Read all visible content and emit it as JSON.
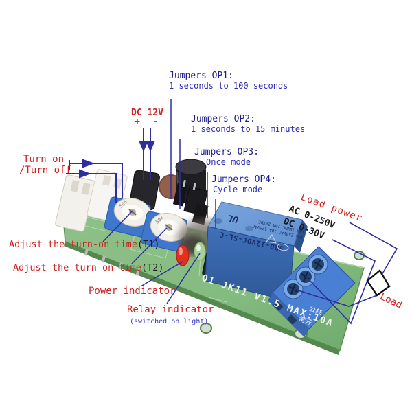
{
  "annotations": {
    "jumpers": [
      {
        "title": "Jumpers OP1:",
        "desc": "1 seconds to 100 seconds"
      },
      {
        "title": "Jumpers OP2:",
        "desc": "1 seconds to 15 minutes"
      },
      {
        "title": "Jumpers OP3:",
        "desc": "Once mode"
      },
      {
        "title": "Jumpers OP4:",
        "desc": "Cycle mode"
      }
    ],
    "dc_input": {
      "label": "DC 12V",
      "plus": "+",
      "minus": "-"
    },
    "switch_label": {
      "line1": "Turn on",
      "line2": "/Turn off"
    },
    "adjust_t1": {
      "text": "Adjust the turn-on time",
      "suffix": "(T1)"
    },
    "adjust_t2": {
      "text": "Adjust the turn-on time",
      "suffix": "(T2)"
    },
    "power_indicator": "Power indicator",
    "relay_indicator": "Relay indicator",
    "relay_indicator_note": "(switched on light)",
    "load_power": "Load power",
    "load_rating_ac": "AC 0-250V",
    "load_rating_dc": "DC 0-30V",
    "load": "Load"
  },
  "board": {
    "silkscreen": "Q1  JK11 V1.5  MAX:10A",
    "silkscreen_cn_common": "公共",
    "silkscreen_cn_no": "常开",
    "pot_label": "504",
    "relay": {
      "model": "SRD-12VDC-SL-C",
      "ul_mark": "UL",
      "rating_line1": "10A 250VAC 10A 125VAC",
      "rating_line2": "10A 30VDC  10A 28VDC"
    }
  },
  "colors": {
    "label_red": "#cc2222",
    "label_navy": "#1c1c8f",
    "label_blue": "#3333cc",
    "wire_blue": "#2e2e9e",
    "pcb_green": "#84bb80",
    "relay_blue": "#3a67b0",
    "terminal_blue": "#4a80d4"
  }
}
